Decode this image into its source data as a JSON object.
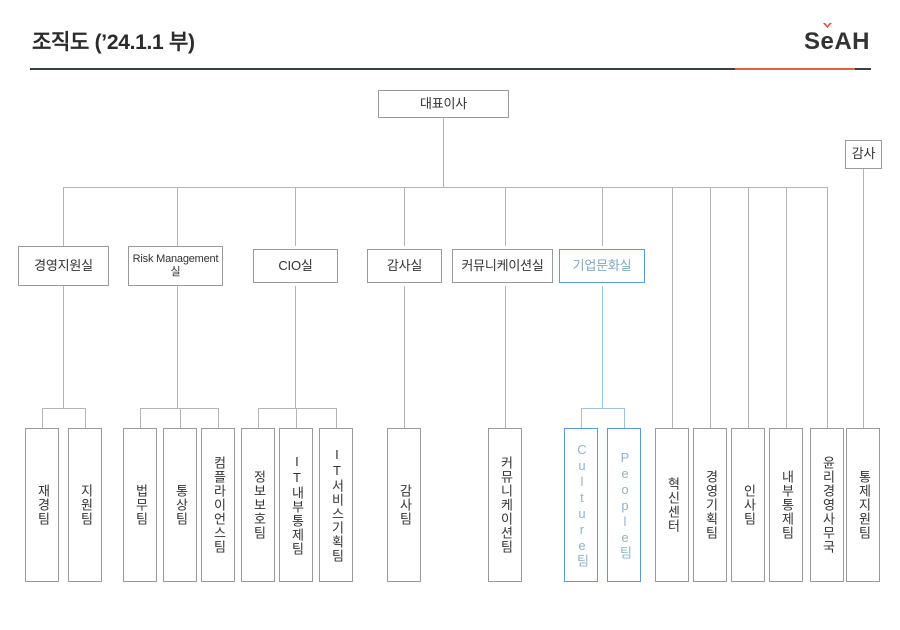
{
  "header": {
    "title": "조직도 (’24.1.1 부)",
    "logo_text": "SeAH",
    "logo_accent_color": "#d4503a",
    "rule_color": "#3a3f44",
    "rule_accent_color": "#e4613c"
  },
  "chart_meta": {
    "type": "org-chart",
    "accent_color": "#5b9bd5",
    "line_color": "#b4b4b4",
    "box_border_color": "#9a9a9a"
  },
  "nodes": {
    "ceo": {
      "label": "대표이사"
    },
    "auditor": {
      "label": "감사"
    },
    "divisions": [
      {
        "label": "경영지원실",
        "accent": false
      },
      {
        "label": "Risk Management실",
        "accent": false
      },
      {
        "label": "CIO실",
        "accent": false
      },
      {
        "label": "감사실",
        "accent": false
      },
      {
        "label": "커뮤니케이션실",
        "accent": false
      },
      {
        "label": "기업문화실",
        "accent": true
      }
    ],
    "teams": [
      {
        "label": "재경팀",
        "accent": false
      },
      {
        "label": "지원팀",
        "accent": false
      },
      {
        "label": "법무팀",
        "accent": false
      },
      {
        "label": "통상팀",
        "accent": false
      },
      {
        "label": "컴플라이언스팀",
        "accent": false
      },
      {
        "label": "정보보호팀",
        "accent": false
      },
      {
        "label": "IT내부통제팀",
        "accent": false
      },
      {
        "label": "IT서비스기획팀",
        "accent": false
      },
      {
        "label": "감사팀",
        "accent": false
      },
      {
        "label": "커뮤니케이션팀",
        "accent": false
      },
      {
        "label": "Culture팀",
        "accent": true
      },
      {
        "label": "People팀",
        "accent": true
      },
      {
        "label": "혁신센터",
        "accent": false
      },
      {
        "label": "경영기획팀",
        "accent": false
      },
      {
        "label": "인사팀",
        "accent": false
      },
      {
        "label": "내부통제팀",
        "accent": false
      },
      {
        "label": "윤리경영사무국",
        "accent": false
      },
      {
        "label": "통제지원팀",
        "accent": false
      }
    ]
  }
}
